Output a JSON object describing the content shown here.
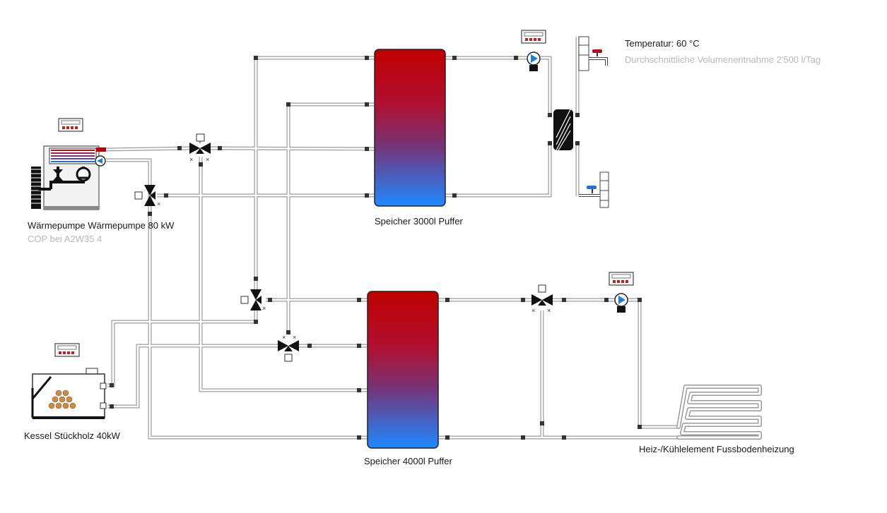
{
  "labels": {
    "heat_pump_name": "Wärmepumpe Wärmepumpe 80 kW",
    "heat_pump_cop": "COP bei A2W35 4",
    "tank_top_name": "Speicher 3000l Puffer",
    "tank_bottom_name": "Speicher 4000l Puffer",
    "boiler_name": "Kessel Stückholz 40kW",
    "floor_heating_name": "Heiz-/Kühlelement Fussbodenheizung",
    "dhw_temperature": "Temperatur: 60 °C",
    "dhw_volume": "Durchschnittliche Volumenentnahme 2'500 l/Tag"
  },
  "colors": {
    "tank_top": "#c00000",
    "tank_bottom": "#1e88ff",
    "pipe_outline": "#9a9a9a",
    "pump": "#1e7fd6",
    "valve_red": "#b01020",
    "valve_blue": "#2a6fd0"
  },
  "icons": {
    "pump": "circulation-pump-icon",
    "valve": "three-way-valve-icon",
    "controller": "controller-display-icon",
    "heat_exchanger": "plate-heat-exchanger-icon"
  }
}
